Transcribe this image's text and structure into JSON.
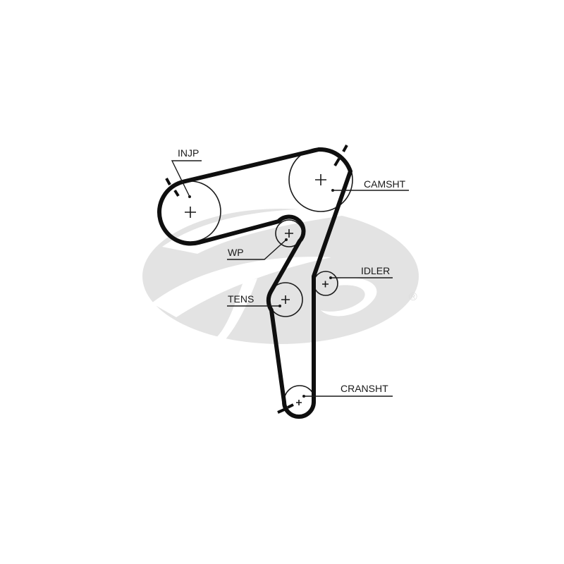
{
  "diagram": {
    "type": "timing-belt-routing",
    "colors": {
      "belt": "#0f0f0f",
      "pulley_outline": "#1a1a1a",
      "leader_line": "#1a1a1a",
      "logo_watermark": "#e3e3e3",
      "background": "#ffffff"
    },
    "watermark": {
      "brand_script": "Gates",
      "registered_mark": "®"
    },
    "pulleys": [
      {
        "id": "injp",
        "label": "INJP",
        "description": "Injection pump pulley",
        "timing_mark": true
      },
      {
        "id": "camsht",
        "label": "CAMSHT",
        "description": "Camshaft pulley",
        "timing_mark": true
      },
      {
        "id": "wp",
        "label": "WP",
        "description": "Water pump pulley",
        "timing_mark": false
      },
      {
        "id": "tens",
        "label": "TENS",
        "description": "Tensioner pulley",
        "timing_mark": false
      },
      {
        "id": "idler",
        "label": "IDLER",
        "description": "Idler pulley",
        "timing_mark": false
      },
      {
        "id": "cransht",
        "label": "CRANSHT",
        "description": "Crankshaft pulley",
        "timing_mark": true
      }
    ],
    "center_mark": "+"
  }
}
